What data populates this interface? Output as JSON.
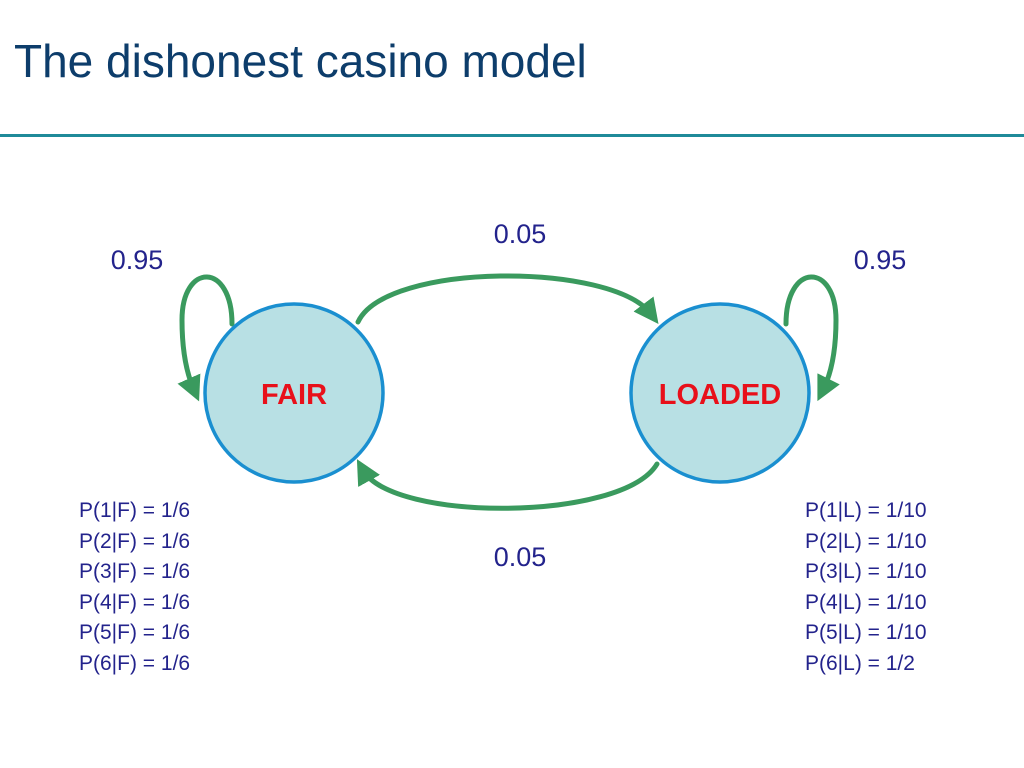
{
  "slide": {
    "title": "The dishonest casino model"
  },
  "colors": {
    "title": "#0d3d6b",
    "rule": "#1f8a99",
    "state_fill": "#b8e0e4",
    "state_stroke": "#1a8fd0",
    "state_label": "#e8101a",
    "arrow": "#3a9a5e",
    "text": "#23238c"
  },
  "states": {
    "fair": {
      "label": "FAIR"
    },
    "loaded": {
      "label": "LOADED"
    }
  },
  "transitions": {
    "fair_self": "0.95",
    "loaded_self": "0.95",
    "fair_to_loaded": "0.05",
    "loaded_to_fair": "0.05"
  },
  "emissions": {
    "fair": [
      "P(1|F) = 1/6",
      "P(2|F) = 1/6",
      "P(3|F) = 1/6",
      "P(4|F) = 1/6",
      "P(5|F) = 1/6",
      "P(6|F) = 1/6"
    ],
    "loaded": [
      "P(1|L) = 1/10",
      "P(2|L) = 1/10",
      "P(3|L) = 1/10",
      "P(4|L) = 1/10",
      "P(5|L) = 1/10",
      "P(6|L) = 1/2"
    ]
  }
}
